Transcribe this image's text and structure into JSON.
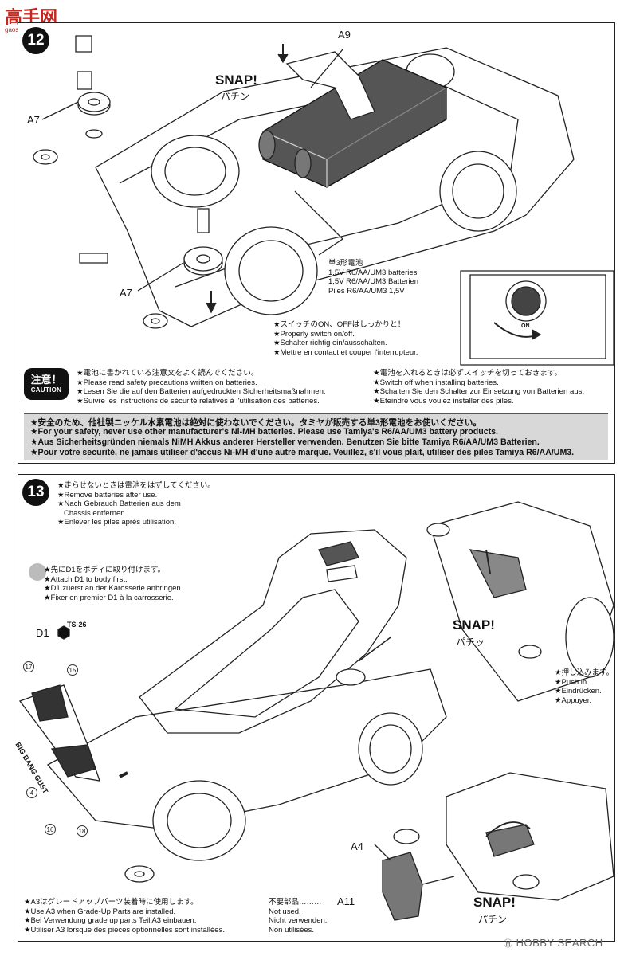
{
  "watermark_top": {
    "logo": "高手网",
    "url": "gaoshou.cn"
  },
  "watermark_bottom": {
    "logo_text": "HOBBY SEARCH"
  },
  "step12": {
    "number": "12",
    "part_label_a9": "A9",
    "part_label_a7_top": "A7",
    "part_label_a7_bottom": "A7",
    "snap_en": "SNAP!",
    "snap_jp": "パチン",
    "battery_label": [
      "単3形電池",
      "1.5V R6/AA/UM3 batteries",
      "1,5V R6/AA/UM3 Batterien",
      "Piles R6/AA/UM3 1,5V"
    ],
    "switch_on_label": "ON",
    "switch_text": [
      "★スイッチのON、OFFはしっかりと！",
      "★Properly switch on/off.",
      "★Schalter richtig ein/ausschalten.",
      "★Mettre en contact et couper l'interrupteur."
    ],
    "caution_badge_jp": "注意！",
    "caution_badge_en": "CAUTION",
    "caution_left": [
      "★電池に書かれている注意文をよく読んでください。",
      "★Please read safety precautions written on batteries.",
      "★Lesen Sie die auf den Batterien aufgedruckten Sicherheitsmaßnahmen.",
      "★Suivre les instructions de sécurité relatives à l'utilisation des batteries."
    ],
    "caution_right": [
      "★電池を入れるときは必ずスイッチを切っておきます。",
      "★Switch off when installing batteries.",
      "★Schalten Sie den Schalter zur Einsetzung von Batterien aus.",
      "★Eteindre vous voulez installer des piles."
    ],
    "caution_bar": [
      "★安全のため、他社製ニッケル水素電池は絶対に使わないでください。タミヤが販売する単3形電池をお使いください。",
      "★For your safety, never use other manufacturer's Ni-MH batteries. Please use Tamiya's R6/AA/UM3 battery products.",
      "★Aus Sicherheitsgründen niemals NiMH Akkus anderer Hersteller verwenden. Benutzen Sie bitte Tamiya R6/AA/UM3 Batterien.",
      "★Pour votre securité, ne jamais utiliser d'accus Ni-MH d'une autre marque. Veuillez, s'il vous plait, utiliser des piles Tamiya R6/AA/UM3."
    ]
  },
  "step13": {
    "number": "13",
    "remove_text": [
      "★走らせないときは電池をはずしてください。",
      "★Remove batteries after use.",
      "★Nach Gebrauch Batterien aus dem",
      "Chassis entfernen.",
      "★Enlever les piles après utilisation."
    ],
    "attach_text": [
      "★先にD1をボディに取り付けます。",
      "★Attach D1 to body first.",
      "★D1 zuerst an der Karosserie anbringen.",
      "★Fixer en premier D1 à la carrosserie."
    ],
    "d1_label": "D1",
    "ts_label": "TS-26",
    "sticker_numbers": [
      "17",
      "15",
      "4",
      "16",
      "18"
    ],
    "body_decal": "BIG BANG GUST",
    "snap_right_en": "SNAP!",
    "snap_right_jp": "パチッ",
    "push_text": [
      "★押し込みます。",
      "★Push in.",
      "★Eindrücken.",
      "★Appuyer."
    ],
    "a3_text": [
      "★A3はグレードアップパーツ装着時に使用します。",
      "★Use A3 when Grade-Up Parts are installed.",
      "★Bei Verwendung grade up parts Teil A3 einbauen.",
      "★Utiliser A3 lorsque des pieces optionnelles sont installées."
    ],
    "unused_text": [
      "不要部品………",
      "Not used.",
      "Nicht verwenden.",
      "Non utilisées."
    ],
    "unused_part": "A11",
    "a4_label": "A4",
    "snap_bottom_en": "SNAP!",
    "snap_bottom_jp": "パチン"
  }
}
